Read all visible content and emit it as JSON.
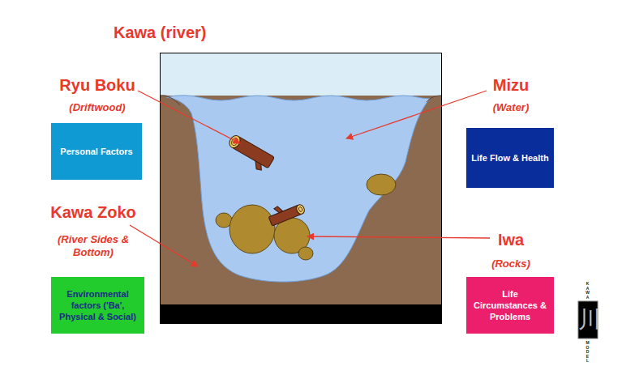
{
  "diagram": {
    "title": "Kawa (river)",
    "nodes": [
      {
        "text": [
          "Ryu Boku",
          "(Driftwood)",
          "Personal Factors"
        ]
      },
      {
        "text": [
          "Mizu",
          "(Water)",
          "Life Flow & Health"
        ]
      },
      {
        "text": [
          "Kawa Zoko",
          "(River Sides & Bottom)",
          "Environmental factors ('Ba', Physical & Social)"
        ]
      },
      {
        "text": [
          "Iwa",
          "(Rocks)",
          "Life Circumstances & Problems"
        ]
      }
    ],
    "labels": [
      "KAWA",
      "川",
      "MODEL"
    ]
  }
}
